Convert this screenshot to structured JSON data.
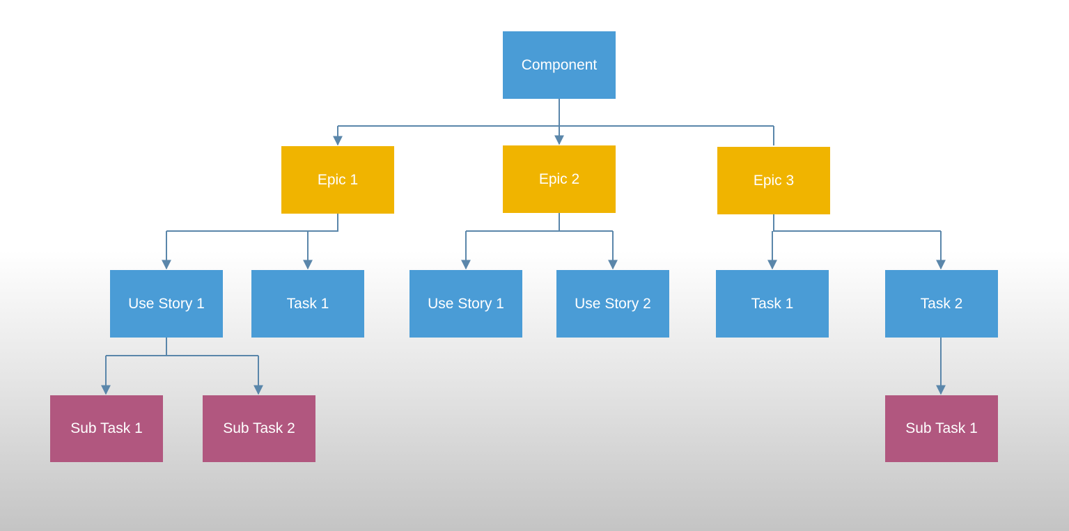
{
  "colors": {
    "component": "#4a9cd6",
    "epic": "#f0b400",
    "story_task": "#4a9cd6",
    "subtask": "#b1577f",
    "connector": "#5a86aa"
  },
  "nodes": {
    "component": "Component",
    "epic1": "Epic 1",
    "epic2": "Epic 2",
    "epic3": "Epic 3",
    "e1_story1": "Use Story 1",
    "e1_task1": "Task 1",
    "e2_story1": "Use Story 1",
    "e2_story2": "Use Story 2",
    "e3_task1": "Task 1",
    "e3_task2": "Task 2",
    "s1_sub1": "Sub Task 1",
    "s1_sub2": "Sub Task 2",
    "t2_sub1": "Sub Task 1"
  }
}
